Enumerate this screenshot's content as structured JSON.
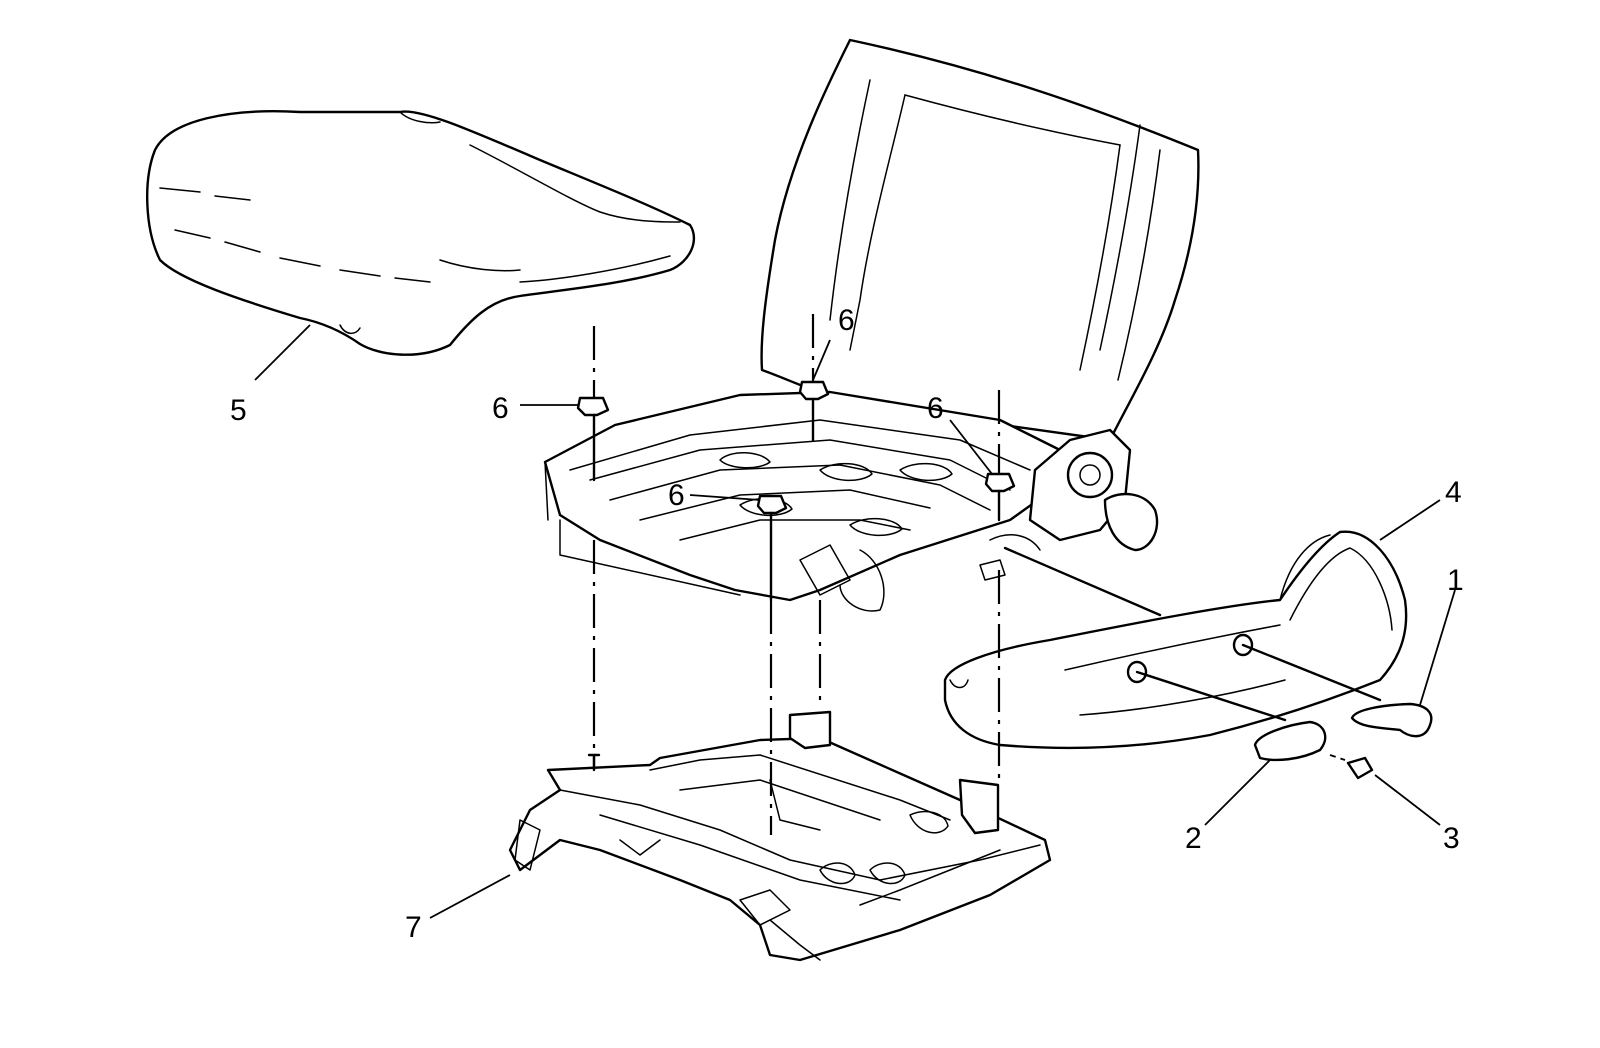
{
  "callouts": {
    "c1": "1",
    "c2": "2",
    "c3": "3",
    "c4": "4",
    "c5": "5",
    "c6a": "6",
    "c6b": "6",
    "c6c": "6",
    "c6d": "6",
    "c7": "7"
  }
}
